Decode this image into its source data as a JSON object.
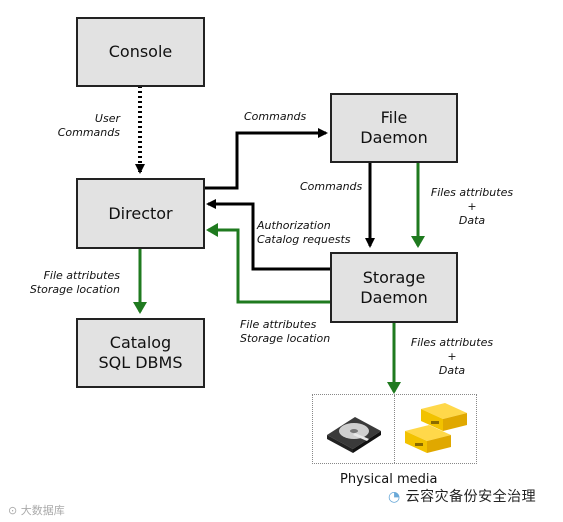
{
  "nodes": {
    "console": "Console",
    "director": "Director",
    "file_daemon": [
      "File",
      "Daemon"
    ],
    "storage_daemon": [
      "Storage",
      "Daemon"
    ],
    "catalog": [
      "Catalog",
      "SQL DBMS"
    ]
  },
  "edges": {
    "user_commands": [
      "User",
      "Commands"
    ],
    "commands_top": "Commands",
    "commands_mid": "Commands",
    "auth_catalog": [
      "Authorization",
      "Catalog requests"
    ],
    "files_attr_fd": [
      "Files attributes",
      "+",
      "Data"
    ],
    "file_attr_dir": [
      "File attributes",
      "Storage location"
    ],
    "file_attr_sd": [
      "File attributes",
      "Storage location"
    ],
    "files_attr_media": [
      "Files attributes",
      "+",
      "Data"
    ]
  },
  "media": {
    "title": "Physical media",
    "items": [
      "hard-disk-icon",
      "tape-cartridges-icon"
    ]
  },
  "watermark": {
    "right": "云容灾备份安全治理",
    "left": "大数据库"
  },
  "colors": {
    "box_fill": "#e2e2e2",
    "black_arrow": "#000000",
    "green_arrow": "#1f7a1f",
    "tape": "#f2c200"
  }
}
